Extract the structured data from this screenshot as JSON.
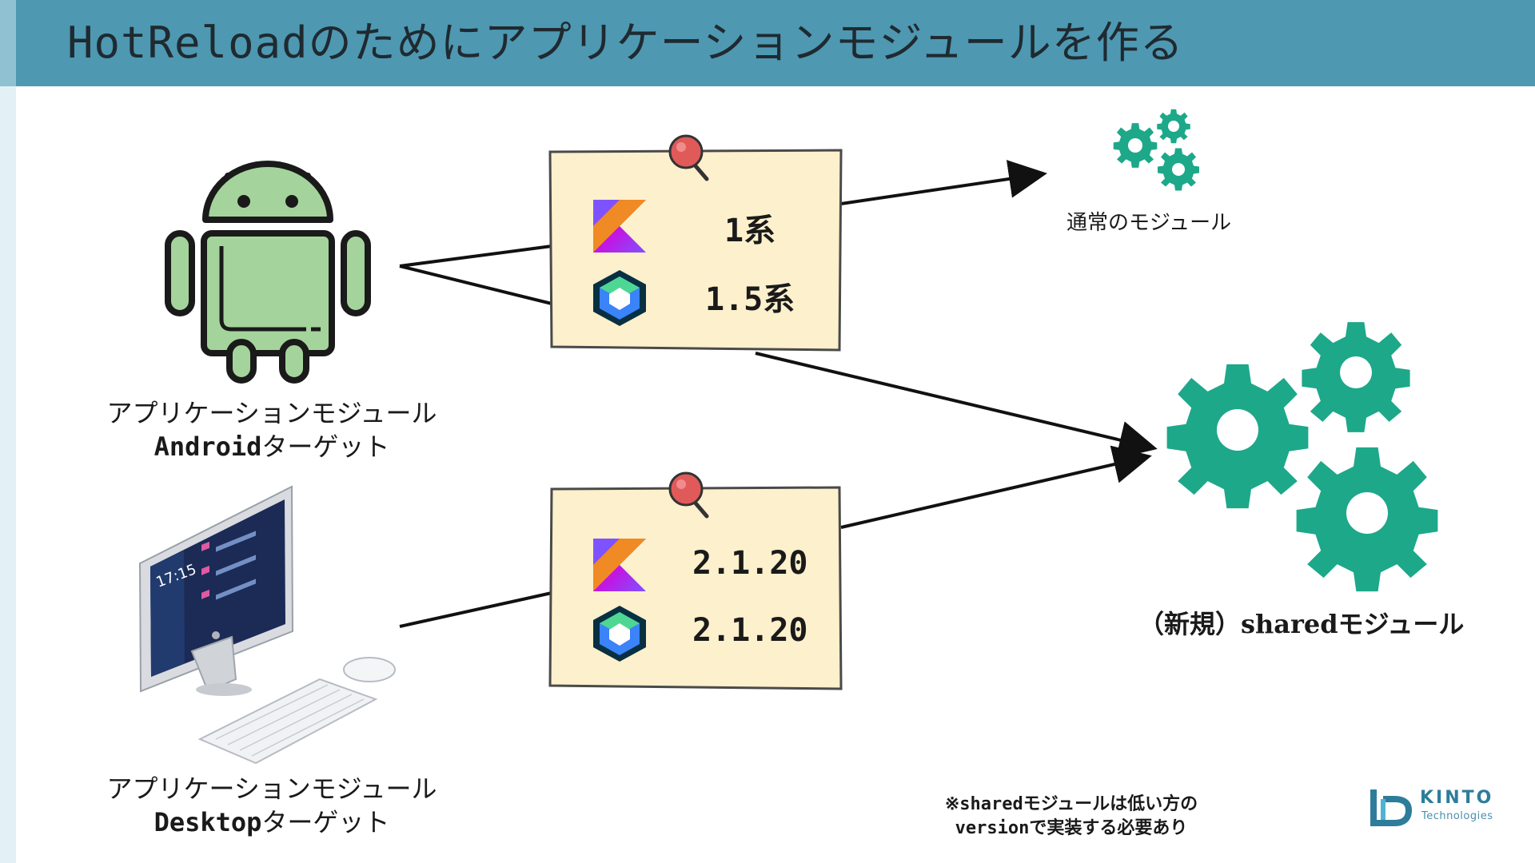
{
  "header": {
    "title": "HotReloadのためにアプリケーションモジュールを作る"
  },
  "android_module": {
    "label_line1": "アプリケーションモジュール",
    "label_prefix": "Android",
    "label_suffix": "ターゲット",
    "icon": "android-icon"
  },
  "desktop_module": {
    "label_line1": "アプリケーションモジュール",
    "label_prefix": "Desktop",
    "label_suffix": "ターゲット",
    "icon": "desktop-computer-icon",
    "screen_time": "17:15"
  },
  "android_versions": {
    "kotlin": "1系",
    "compose": "1.5系"
  },
  "desktop_versions": {
    "kotlin": "2.1.20",
    "compose": "2.1.20"
  },
  "normal_module": {
    "label": "通常のモジュール",
    "icon": "gears-icon"
  },
  "shared_module": {
    "label": "（新規）sharedモジュール",
    "icon": "gears-icon"
  },
  "footnote": {
    "line1": "※sharedモジュールは低い方の",
    "line2": "versionで実装する必要あり"
  },
  "brand": {
    "name": "KINTO",
    "sub": "Technologies"
  },
  "colors": {
    "header": "#4e98b2",
    "gear": "#1da88a",
    "android": "#a4d49c",
    "note": "#fdf0cc",
    "pin": "#e05a5a"
  }
}
